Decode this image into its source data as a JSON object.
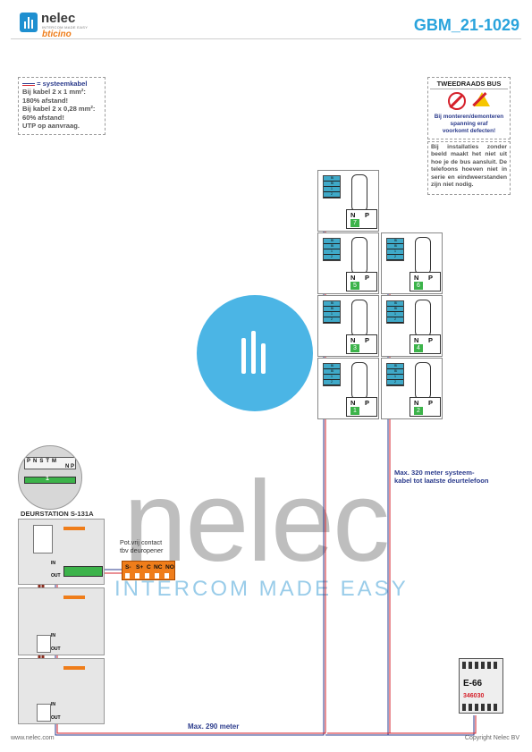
{
  "brand": {
    "name": "nelec",
    "tagline": "INTERCOM MADE EASY",
    "sub": "bticino"
  },
  "document_id": "GBM_21-1029",
  "cable_note": {
    "title": "= systeemkabel",
    "lines": [
      "Bij kabel 2 x 1 mm²:",
      "180% afstand!",
      "Bij kabel 2 x 0,28 mm²:",
      "60% afstand!",
      "UTP op aanvraag."
    ]
  },
  "warning": {
    "title": "TWEEDRAADS BUS",
    "lines": [
      "Bij monteren/demonteren",
      "spanning eraf",
      "voorkomt defecten!"
    ]
  },
  "install_note": "Bij installaties zonder beeld maakt het niet uit hoe je de bus aansluit. De telefoons hoeven niet in serie en eindweerstanden zijn niet nodig.",
  "handset_terminal_labels": [
    "BI",
    "BI",
    "1",
    "2"
  ],
  "handsets": [
    {
      "n": "N",
      "p": "P",
      "number": "7"
    },
    {
      "n": "N",
      "p": "P",
      "number": "5"
    },
    {
      "n": "N",
      "p": "P",
      "number": "6"
    },
    {
      "n": "N",
      "p": "P",
      "number": "3"
    },
    {
      "n": "N",
      "p": "P",
      "number": "4"
    },
    {
      "n": "N",
      "p": "P",
      "number": "1"
    },
    {
      "n": "N",
      "p": "P",
      "number": "2"
    }
  ],
  "door_station": {
    "title": "DEURSTATION S-131A",
    "terminal_letters": [
      "P",
      "N",
      "S",
      "TM"
    ],
    "module_port_labels": [
      "IN",
      "OUT"
    ],
    "zoom_labels": {
      "n": "N",
      "p": "P",
      "num": "1"
    }
  },
  "relay": {
    "label": [
      "Pot.vrij contact",
      "tbv deuropener"
    ],
    "terminals": [
      "S-",
      "S+",
      "C",
      "NC",
      "NO"
    ]
  },
  "psu": {
    "label": "E-66",
    "code": "346030"
  },
  "distance_systeem": [
    "Max. 320 meter systeem-",
    "kabel tot laatste deurtelefoon"
  ],
  "distance_door": "Max. 290 meter",
  "footer_left": "www.nelec.com",
  "footer_right": "Copyright Nelec BV",
  "colors": {
    "accent": "#29a3dc",
    "brand_orange": "#ef7d1a",
    "wire": "#2b3b8c",
    "wire_red": "#d5212b",
    "np_green": "#3cb34a"
  }
}
